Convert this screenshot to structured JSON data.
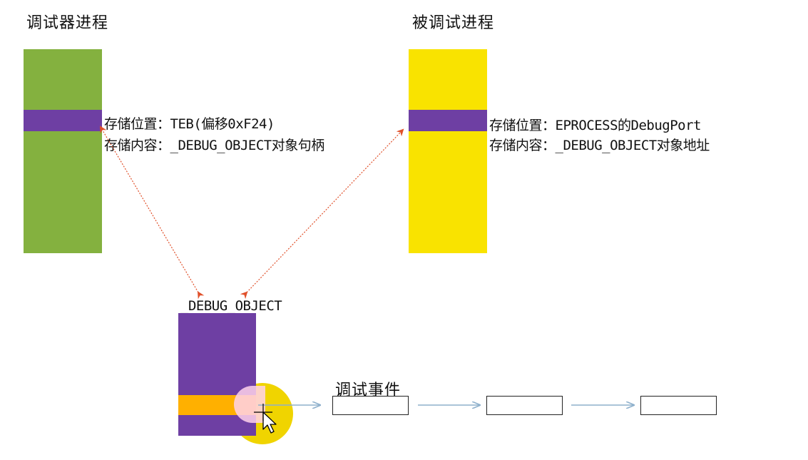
{
  "debugger": {
    "title": "调试器进程",
    "storage_location": "存储位置：TEB(偏移0xF24)",
    "storage_content": "存储内容：_DEBUG_OBJECT对象句柄",
    "color": "#84b13f"
  },
  "debuggee": {
    "title": "被调试进程",
    "storage_location": "存储位置：EPROCESS的DebugPort",
    "storage_content": "存储内容：_DEBUG_OBJECT对象地址",
    "color": "#f9e300"
  },
  "debug_object": {
    "label": "_DEBUG_OBJECT",
    "color": "#6e3fa3",
    "highlight_color": "#ffb000"
  },
  "events": {
    "label": "调试事件",
    "count": 3
  },
  "colors": {
    "band": "#6e3fa3",
    "red_arrow": "#e0502a",
    "blue_arrow": "#8eb0cc",
    "cursor_halo": "#f0d400"
  }
}
